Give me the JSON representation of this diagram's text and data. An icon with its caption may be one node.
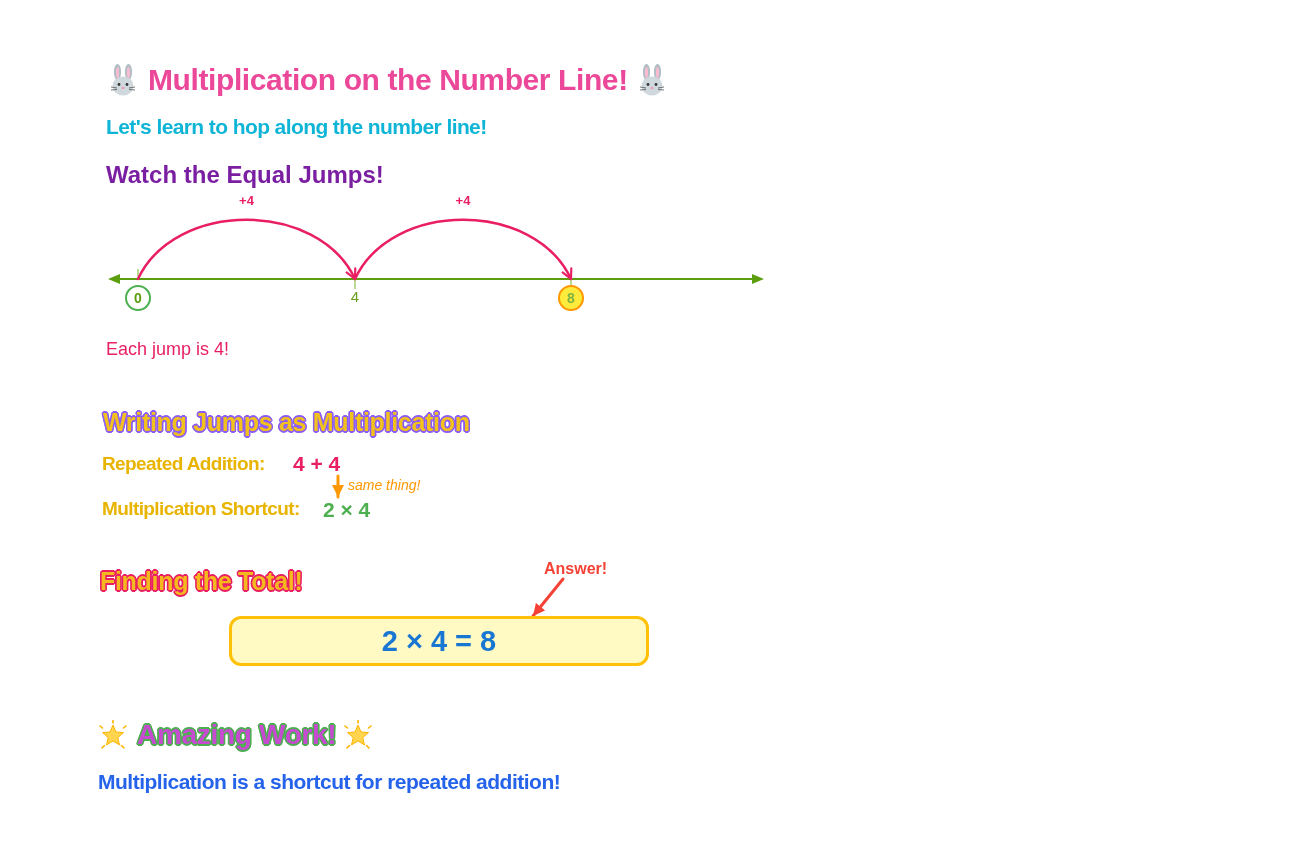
{
  "diagram": {
    "title": "Multiplication on the Number Line!",
    "nodes": [
      {
        "text": [
          "0"
        ]
      },
      {
        "text": [
          "4"
        ]
      },
      {
        "text": [
          "8"
        ]
      },
      {
        "text": [
          "4 + 4"
        ]
      },
      {
        "text": [
          "2 × 4"
        ]
      },
      {
        "text": [
          "Answer!"
        ]
      },
      {
        "text": [
          "2 × 4 = 8"
        ]
      }
    ],
    "edges": [
      {
        "from": 0,
        "to": 1,
        "arrow": "to",
        "label": "+4"
      },
      {
        "from": 1,
        "to": 2,
        "arrow": "to",
        "label": "+4"
      },
      {
        "from": 3,
        "to": 4,
        "arrow": "to",
        "label": "same thing!",
        "color": "#ff9800"
      },
      {
        "from": 5,
        "to": 6,
        "arrow": "to",
        "color": "#f44336"
      }
    ],
    "labels": [
      "Let's learn to hop along the number line!",
      "Watch the Equal Jumps!",
      "Each jump is 4!",
      "Writing Jumps as Multiplication",
      "Repeated Addition:",
      "Multiplication Shortcut:",
      "Finding the Total!",
      "Amazing Work!",
      "Multiplication is a shortcut for repeated addition!"
    ]
  }
}
